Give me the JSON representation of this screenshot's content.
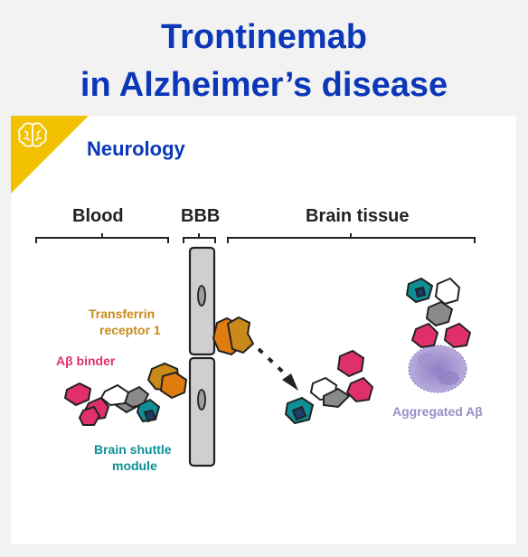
{
  "title": {
    "line1": "Trontinemab",
    "line2": "in Alzheimer’s disease"
  },
  "category": "Neurology",
  "category_icon": "brain-icon",
  "regions": {
    "blood": "Blood",
    "bbb": "BBB",
    "brain": "Brain tissue"
  },
  "labels": {
    "transferrin_line1": "Transferrin",
    "transferrin_line2": "receptor 1",
    "abeta_binder": "Aβ binder",
    "shuttle_line1": "Brain shuttle",
    "shuttle_line2": "module",
    "aggregated": "Aggregated Aβ"
  },
  "colors": {
    "title": "#0b37b8",
    "accent": "#f2c200",
    "transferrin": "#c98a1a",
    "abeta": "#e0306a",
    "shuttle": "#0f8e95",
    "aggregated": "#9b8dc9",
    "membrane": "#cfcfcf"
  }
}
